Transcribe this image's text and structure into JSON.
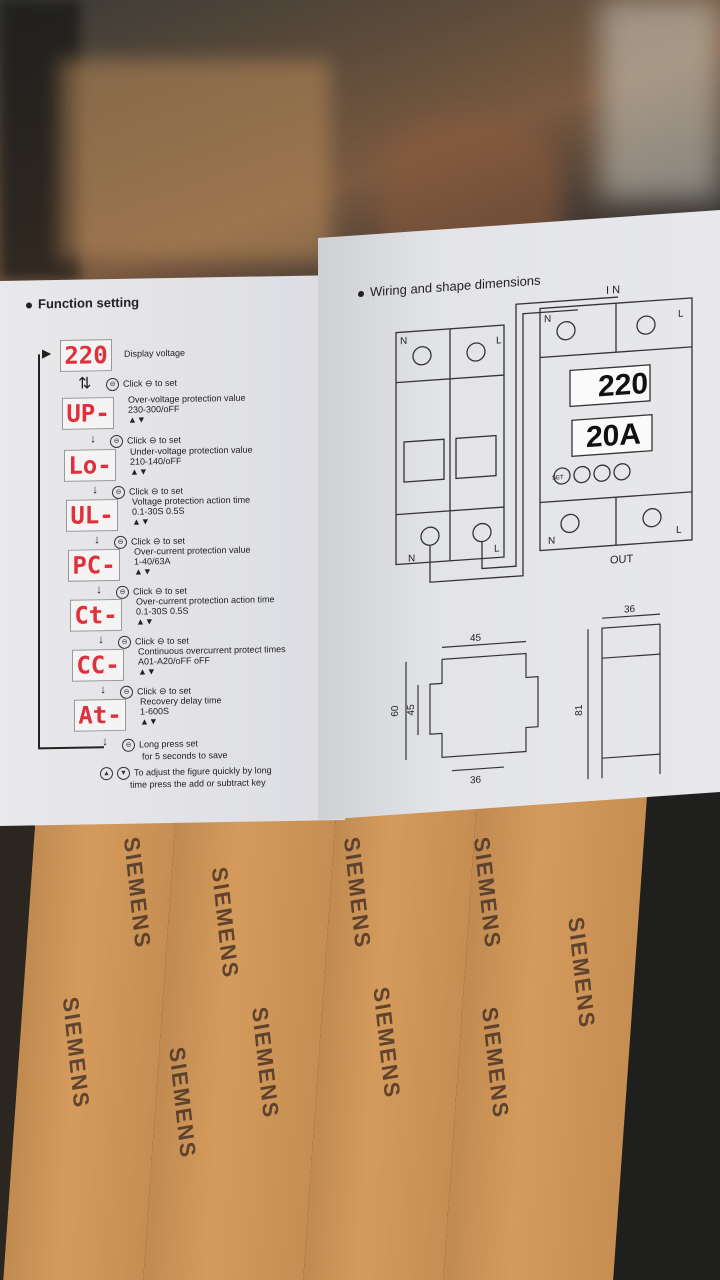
{
  "left_page": {
    "title": "Function setting",
    "rows": [
      {
        "display": "220",
        "desc": "Display voltage"
      },
      {
        "display": "UP-",
        "click": "Click ⊖ to set",
        "desc": "Over-voltage protection value",
        "range": "230-300/oFF"
      },
      {
        "display": "Lo-",
        "click": "Click ⊖ to set",
        "desc": "Under-voltage protection value",
        "range": "210-140/oFF"
      },
      {
        "display": "UL-",
        "click": "Click ⊖ to set",
        "desc": "Voltage protection action time",
        "range": "0.1-30S  0.5S"
      },
      {
        "display": "PC-",
        "click": "Click ⊖ to set",
        "desc": "Over-current protection value",
        "range": "1-40/63A"
      },
      {
        "display": "Ct-",
        "click": "Click ⊖ to set",
        "desc": "Over-current protection action time",
        "range": "0.1-30S  0.5S"
      },
      {
        "display": "CC-",
        "click": "Click ⊖ to set",
        "desc": "Continuous overcurrent protect times",
        "range": "A01-A20/oFF  oFF"
      },
      {
        "display": "At-",
        "click": "Click ⊖ to set",
        "desc": "Recovery delay time",
        "range": "1-600S"
      }
    ],
    "first_click": "Click ⊖ to set",
    "save_line1": "Long press set",
    "save_line2": "for 5 seconds to save",
    "note_line1": "To adjust the figure quickly by long",
    "note_line2": "time press the add or subtract key"
  },
  "right_page": {
    "title": "Wiring and shape dimensions",
    "in_label": "I N",
    "out_label": "OUT",
    "n_label": "N",
    "l_label": "L",
    "display_voltage": "220",
    "display_current": "20A",
    "set_label": "SET",
    "dim_width_front": "45",
    "dim_bottom": "36",
    "dim_height_outer": "60",
    "dim_height_inner": "45",
    "dim_side_width": "36",
    "dim_side_height": "81"
  },
  "box_brand": "SIEMENS"
}
